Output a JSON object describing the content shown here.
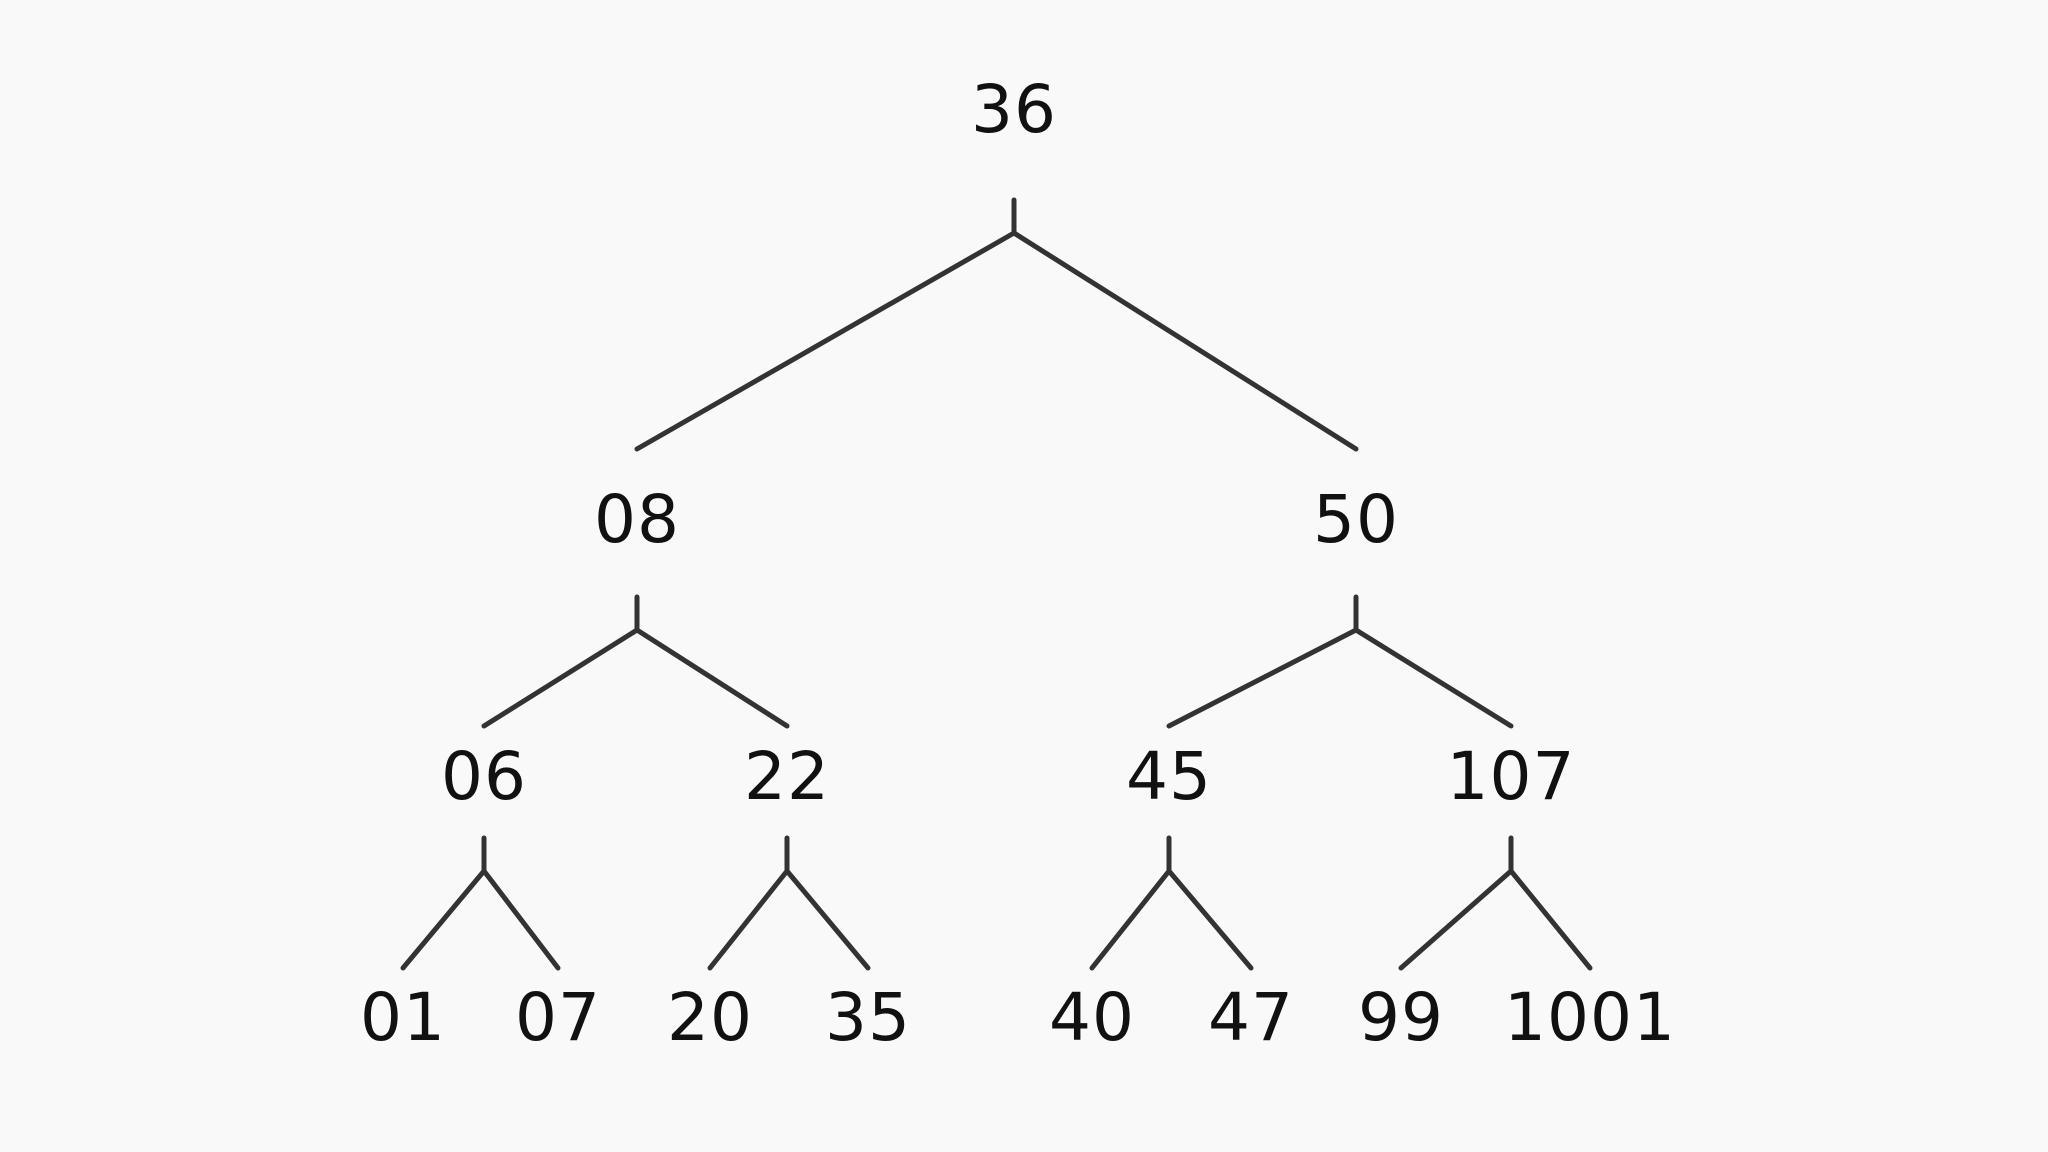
{
  "diagram": {
    "type": "binary-tree",
    "root": "n36",
    "nodes": [
      {
        "id": "n36",
        "label": "36",
        "children": [
          "n08",
          "n50"
        ]
      },
      {
        "id": "n08",
        "label": "08",
        "children": [
          "n06",
          "n22"
        ]
      },
      {
        "id": "n50",
        "label": "50",
        "children": [
          "n45",
          "n107"
        ]
      },
      {
        "id": "n06",
        "label": "06",
        "children": [
          "n01",
          "n07"
        ]
      },
      {
        "id": "n22",
        "label": "22",
        "children": [
          "n20",
          "n35"
        ]
      },
      {
        "id": "n45",
        "label": "45",
        "children": [
          "n40",
          "n47"
        ]
      },
      {
        "id": "n107",
        "label": "107",
        "children": [
          "n99",
          "n1001"
        ]
      },
      {
        "id": "n01",
        "label": "01",
        "children": []
      },
      {
        "id": "n07",
        "label": "07",
        "children": []
      },
      {
        "id": "n20",
        "label": "20",
        "children": []
      },
      {
        "id": "n35",
        "label": "35",
        "children": []
      },
      {
        "id": "n40",
        "label": "40",
        "children": []
      },
      {
        "id": "n47",
        "label": "47",
        "children": []
      },
      {
        "id": "n99",
        "label": "99",
        "children": []
      },
      {
        "id": "n1001",
        "label": "1001",
        "children": []
      }
    ]
  },
  "colors": {
    "background": "#f9f9f9",
    "edge": "#333333",
    "text": "#111111"
  }
}
